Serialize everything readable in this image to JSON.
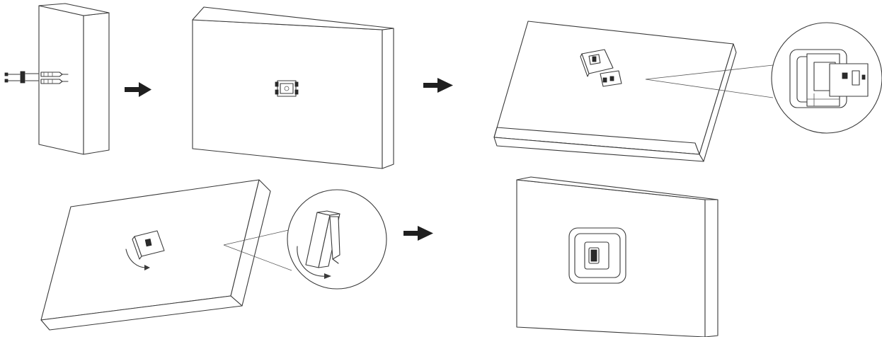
{
  "figure": {
    "steps": [
      {
        "id": 1,
        "content": "wall-panel-side-view-screw-anchors"
      },
      {
        "id": 2,
        "content": "wall-panel-front-mounting-bracket"
      },
      {
        "id": 3,
        "content": "wall-panel-hang-device-with-detail"
      },
      {
        "id": 4,
        "content": "wall-panel-rotate-device-with-detail"
      },
      {
        "id": 5,
        "content": "wall-panel-installed-device"
      }
    ],
    "arrows": [
      {
        "from": 1,
        "to": 2
      },
      {
        "from": 2,
        "to": 3
      },
      {
        "from": 4,
        "to": 5
      }
    ],
    "colors": {
      "line": "#3a3a3a",
      "arrow": "#1f1f1f",
      "background": "#ffffff"
    }
  }
}
